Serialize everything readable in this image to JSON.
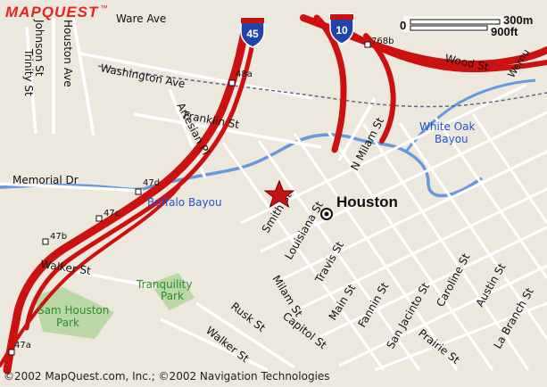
{
  "brand": {
    "logo_text": "MAPQUEST",
    "trademark": "™",
    "color": "#e8231a"
  },
  "scale_bar": {
    "imperial_label": "300m",
    "metric_label": "900ft",
    "zero_label": "0"
  },
  "city": {
    "name": "Houston"
  },
  "interstates": [
    {
      "number": "45",
      "shield_color": "#2244aa"
    },
    {
      "number": "10",
      "shield_color": "#2244aa"
    }
  ],
  "exits": [
    "768b",
    "48a",
    "47d",
    "47c",
    "47b",
    "47a"
  ],
  "streets": {
    "ware": "Ware Ave",
    "washington": "Washington Ave",
    "franklin": "Franklin St",
    "wood": "Wood St",
    "wernal": "Wernu",
    "johnson": "Johnson St",
    "houston_ave": "Houston Ave",
    "trinity": "Trinity St",
    "artesian": "Artesian Pl",
    "memorial": "Memorial Dr",
    "walker_w": "Walker St",
    "walker_s": "Walker St",
    "n_milam": "N Milam St",
    "smith": "Smith St",
    "louisiana": "Louisiana St",
    "milam": "Milam St",
    "travis": "Travis St",
    "main": "Main St",
    "fannin": "Fannin St",
    "san_jacinto": "San Jacinto St",
    "caroline": "Caroline St",
    "austin": "Austin St",
    "la_branch": "La Branch St",
    "rusk": "Rusk St",
    "capitol": "Capitol St",
    "prairie": "Prairie St"
  },
  "water": {
    "buffalo_bayou": "Buffalo Bayou",
    "white_oak_line1": "White Oak",
    "white_oak_line2": "Bayou"
  },
  "parks": {
    "tranquility_line1": "Tranquility",
    "tranquility_line2": "Park",
    "sam_houston_line1": "Sam Houston",
    "sam_houston_line2": "Park"
  },
  "colors": {
    "highway": "#cc1111",
    "water": "#6699dd",
    "park": "#2e8b2e",
    "land": "#ede8dd",
    "street": "#ffffff",
    "railroad": "#5a6a88",
    "marker": "#cc1111"
  },
  "copyright": "©2002 MapQuest.com, Inc.; ©2002 Navigation Technologies"
}
